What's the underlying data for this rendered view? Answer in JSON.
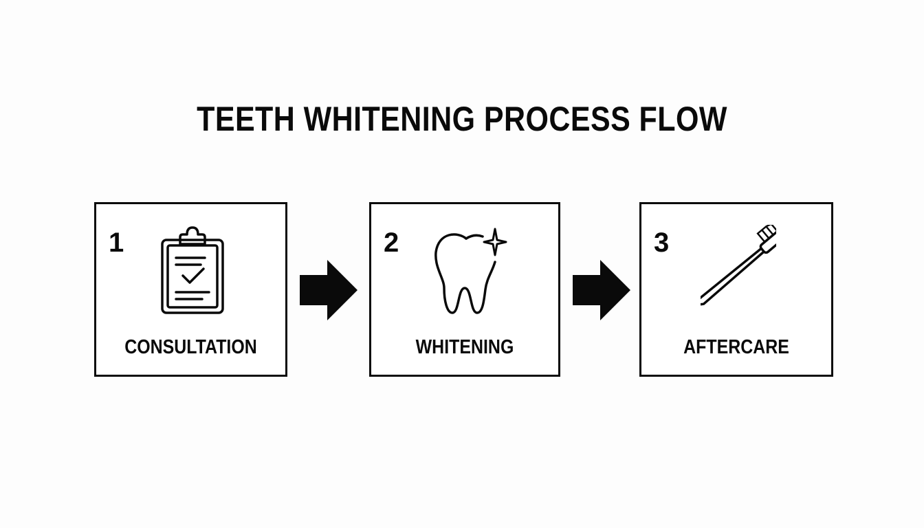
{
  "title": "TEETH WHITENING PROCESS FLOW",
  "steps": [
    {
      "number": "1",
      "label": "CONSULTATION",
      "icon": "clipboard-check-icon"
    },
    {
      "number": "2",
      "label": "WHITENING",
      "icon": "sparkling-tooth-icon"
    },
    {
      "number": "3",
      "label": "AFTERCARE",
      "icon": "toothbrush-icon"
    }
  ],
  "connector_icon": "right-arrow-icon",
  "colors": {
    "ink": "#0a0a0a",
    "background": "#fdfdfd",
    "box_fill": "#ffffff"
  }
}
